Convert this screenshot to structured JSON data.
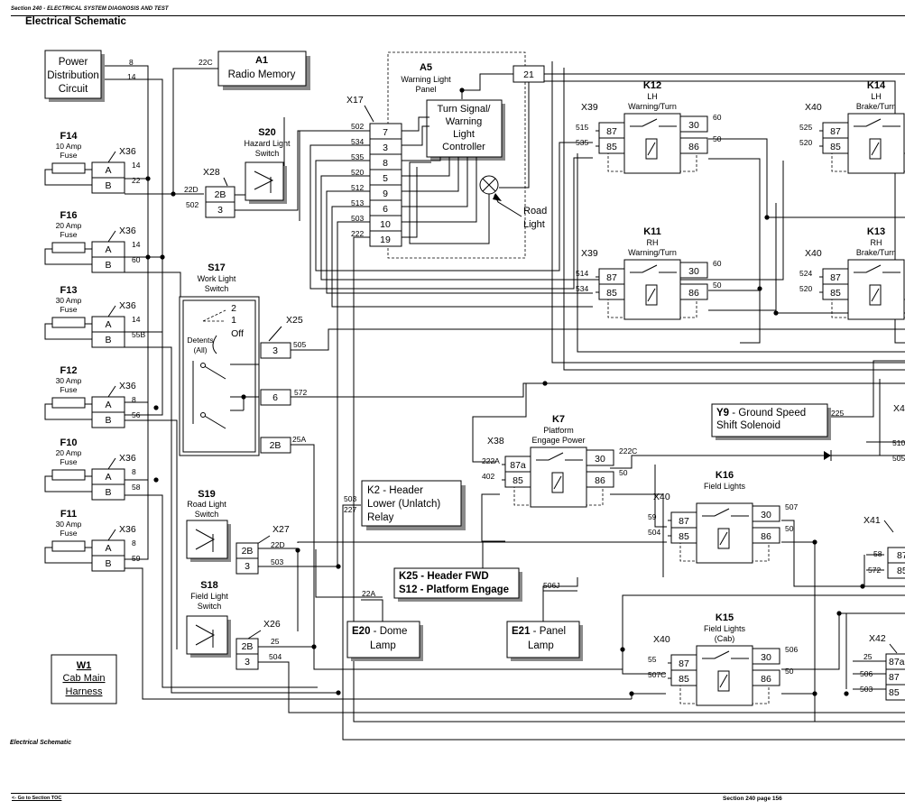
{
  "header": {
    "section": "Section 240 - ELECTRICAL SYSTEM DIAGNOSIS AND TEST",
    "title": "Electrical Schematic"
  },
  "footer": {
    "caption": "Electrical Schematic",
    "toc_link": "<- Go to Section TOC",
    "page": "Section 240 page 156"
  },
  "pdc": {
    "lines": [
      "Power",
      "Distribution",
      "Circuit"
    ],
    "w1": "8",
    "w2": "14"
  },
  "a1": {
    "id": "A1",
    "name": "Radio Memory",
    "wire": "22C"
  },
  "w1": {
    "id": "W1",
    "line1": "Cab Main",
    "line2": "Harness"
  },
  "fuses": [
    {
      "id": "F14",
      "rating": "10 Amp",
      "kind": "Fuse",
      "conn": "X36",
      "pa": "A",
      "pb": "B",
      "wa": "14",
      "wb": "22"
    },
    {
      "id": "F16",
      "rating": "20 Amp",
      "kind": "Fuse",
      "conn": "X36",
      "pa": "A",
      "pb": "B",
      "wa": "14",
      "wb": "60"
    },
    {
      "id": "F13",
      "rating": "30 Amp",
      "kind": "Fuse",
      "conn": "X36",
      "pa": "A",
      "pb": "B",
      "wa": "14",
      "wb": "55B"
    },
    {
      "id": "F12",
      "rating": "30 Amp",
      "kind": "Fuse",
      "conn": "X36",
      "pa": "A",
      "pb": "B",
      "wa": "8",
      "wb": "56"
    },
    {
      "id": "F10",
      "rating": "20 Amp",
      "kind": "Fuse",
      "conn": "X36",
      "pa": "A",
      "pb": "B",
      "wa": "8",
      "wb": "58"
    },
    {
      "id": "F11",
      "rating": "30 Amp",
      "kind": "Fuse",
      "conn": "X36",
      "pa": "A",
      "pb": "B",
      "wa": "8",
      "wb": "59"
    }
  ],
  "s20": {
    "id": "S20",
    "l1": "Hazard Light",
    "l2": "Switch",
    "conn": "X28",
    "p1": "2B",
    "p2": "3",
    "w1": "22D",
    "w2": "502"
  },
  "s17": {
    "id": "S17",
    "l1": "Work Light",
    "l2": "Switch",
    "pos2": "2",
    "pos1": "1",
    "off": "Off",
    "detents": "Detents",
    "all": "(All)",
    "conn": "X25",
    "p1": "3",
    "p2": "6",
    "p3": "2B",
    "w1": "505",
    "w2": "572",
    "w3": "25A"
  },
  "s19": {
    "id": "S19",
    "l1": "Road Light",
    "l2": "Switch",
    "conn": "X27",
    "p1": "2B",
    "p2": "3",
    "w1": "22D",
    "w2": "503"
  },
  "s18": {
    "id": "S18",
    "l1": "Field Light",
    "l2": "Switch",
    "conn": "X26",
    "p1": "2B",
    "p2": "3",
    "w1": "25",
    "w2": "504"
  },
  "a5": {
    "id": "A5",
    "l1": "Warning Light",
    "l2": "Panel",
    "conn": "X17",
    "pin21": "21",
    "controller": [
      "Turn Signal/",
      "Warning",
      "Light",
      "Controller"
    ],
    "road": [
      "Road",
      "Light"
    ],
    "pins": [
      "7",
      "3",
      "8",
      "5",
      "9",
      "6",
      "10",
      "19"
    ],
    "wires": [
      "502",
      "534",
      "535",
      "520",
      "512",
      "513",
      "503",
      "222"
    ]
  },
  "relays": [
    {
      "id": "K12",
      "l1": "LH",
      "l2": "Warning/Turn",
      "conn": "X39",
      "p87": "87",
      "p85": "85",
      "p30": "30",
      "p86": "86",
      "w87": "515",
      "w85": "535",
      "w30": "60",
      "w86": "50"
    },
    {
      "id": "K14",
      "l1": "LH",
      "l2": "Brake/Turn",
      "conn": "X40",
      "p87": "87",
      "p85": "85",
      "p30": "",
      "p86": "",
      "w87": "525",
      "w85": "520",
      "w30": "",
      "w86": ""
    },
    {
      "id": "K11",
      "l1": "RH",
      "l2": "Warning/Turn",
      "conn": "X39",
      "p87": "87",
      "p85": "85",
      "p30": "30",
      "p86": "86",
      "w87": "514",
      "w85": "534",
      "w30": "60",
      "w86": "50"
    },
    {
      "id": "K13",
      "l1": "RH",
      "l2": "Brake/Turn",
      "conn": "X40",
      "p87": "87",
      "p85": "85",
      "p30": "",
      "p86": "",
      "w87": "524",
      "w85": "520",
      "w30": "",
      "w86": ""
    },
    {
      "id": "K7",
      "l1": "Platform",
      "l2": "Engage Power",
      "conn": "X38",
      "p87": "87a",
      "p85": "85",
      "p30": "30",
      "p86": "86",
      "w87": "222A",
      "w85": "402",
      "w30": "222C",
      "w86": "50"
    },
    {
      "id": "K16",
      "l1": "Field Lights",
      "l2": "",
      "conn": "X40",
      "p87": "87",
      "p85": "85",
      "p30": "30",
      "p86": "86",
      "w87": "59",
      "w85": "504",
      "w30": "507",
      "w86": "50"
    },
    {
      "id": "K15",
      "l1": "Field Lights",
      "l2": "(Cab)",
      "conn": "X40",
      "p87": "87",
      "p85": "85",
      "p30": "30",
      "p86": "86",
      "w87": "55",
      "w85": "507C",
      "w30": "506",
      "w86": "50"
    }
  ],
  "right_edge": {
    "x41": "X41",
    "x41_w1": "58",
    "x41_w2": "572",
    "x41_p1": "87",
    "x41_p2": "85",
    "x42": "X42",
    "x42_w1": "25",
    "x42_w2": "506",
    "x42_w3": "503",
    "x42_p1": "87a",
    "x42_p2": "87",
    "x42_p3": "85",
    "y_frag": "X4",
    "w510": "510",
    "w505": "505"
  },
  "y9": {
    "id": "Y9",
    "name": "Ground Speed",
    "l2": "Shift Solenoid",
    "wire": "225"
  },
  "k2": {
    "l1": "K2 - Header",
    "l2": "Lower (Unlatch)",
    "l3": "Relay",
    "w1": "503",
    "w2": "227"
  },
  "k25": {
    "l1": "K25 - Header FWD",
    "l2": "S12 - Platform Engage"
  },
  "e20": {
    "id": "E20",
    "name": "Dome",
    "l2": "Lamp",
    "wire": "22A"
  },
  "e21": {
    "id": "E21",
    "name": "Panel",
    "l2": "Lamp",
    "wire": "506J"
  }
}
